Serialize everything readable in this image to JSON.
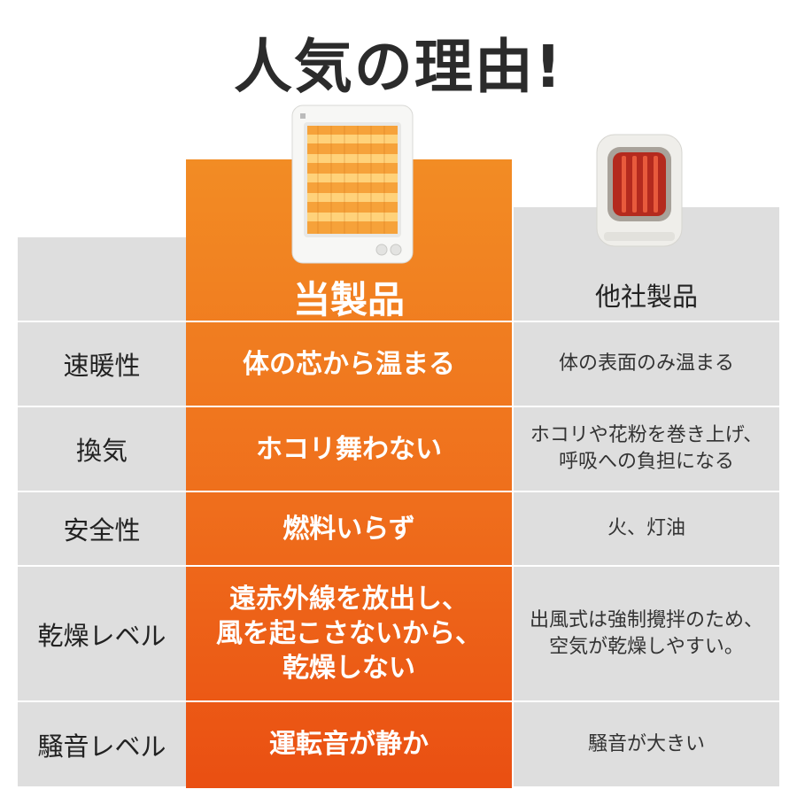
{
  "title": "人気の理由!",
  "columns": {
    "ours": "当製品",
    "others": "他社製品"
  },
  "rows": [
    {
      "label": "速暖性",
      "ours": "体の芯から温まる",
      "others": "体の表面のみ温まる"
    },
    {
      "label": "換気",
      "ours": "ホコリ舞わない",
      "others": "ホコリや花粉を巻き上げ、\n呼吸への負担になる"
    },
    {
      "label": "安全性",
      "ours": "燃料いらず",
      "others": "火、灯油"
    },
    {
      "label": "乾燥レベル",
      "ours": "遠赤外線を放出し、\n風を起こさないから、\n乾燥しない",
      "others": "出風式は強制攪拌のため、\n空気が乾燥しやすい。"
    },
    {
      "label": "騒音レベル",
      "ours": "運転音が静か",
      "others": "騒音が大きい"
    }
  ],
  "colors": {
    "accent_top": "#f28c24",
    "accent_bottom": "#ea4f12",
    "neutral": "#dedede"
  }
}
